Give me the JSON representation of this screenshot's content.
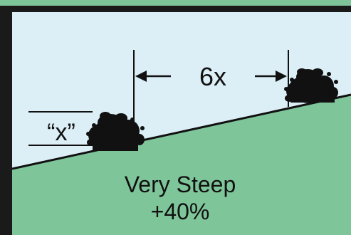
{
  "diagram": {
    "spacing_label": "6x",
    "height_label": "“x”",
    "slope_title": "Very Steep",
    "slope_grade": "+40%"
  },
  "colors": {
    "header_band": "#7fc59a",
    "sky": "#dceef6",
    "ground": "#7fc59a",
    "frame": "#1a1a1a",
    "shrub": "#111111"
  },
  "icons": [
    "shrub-icon",
    "shrub-icon",
    "arrow-right-icon",
    "arrow-left-icon"
  ]
}
